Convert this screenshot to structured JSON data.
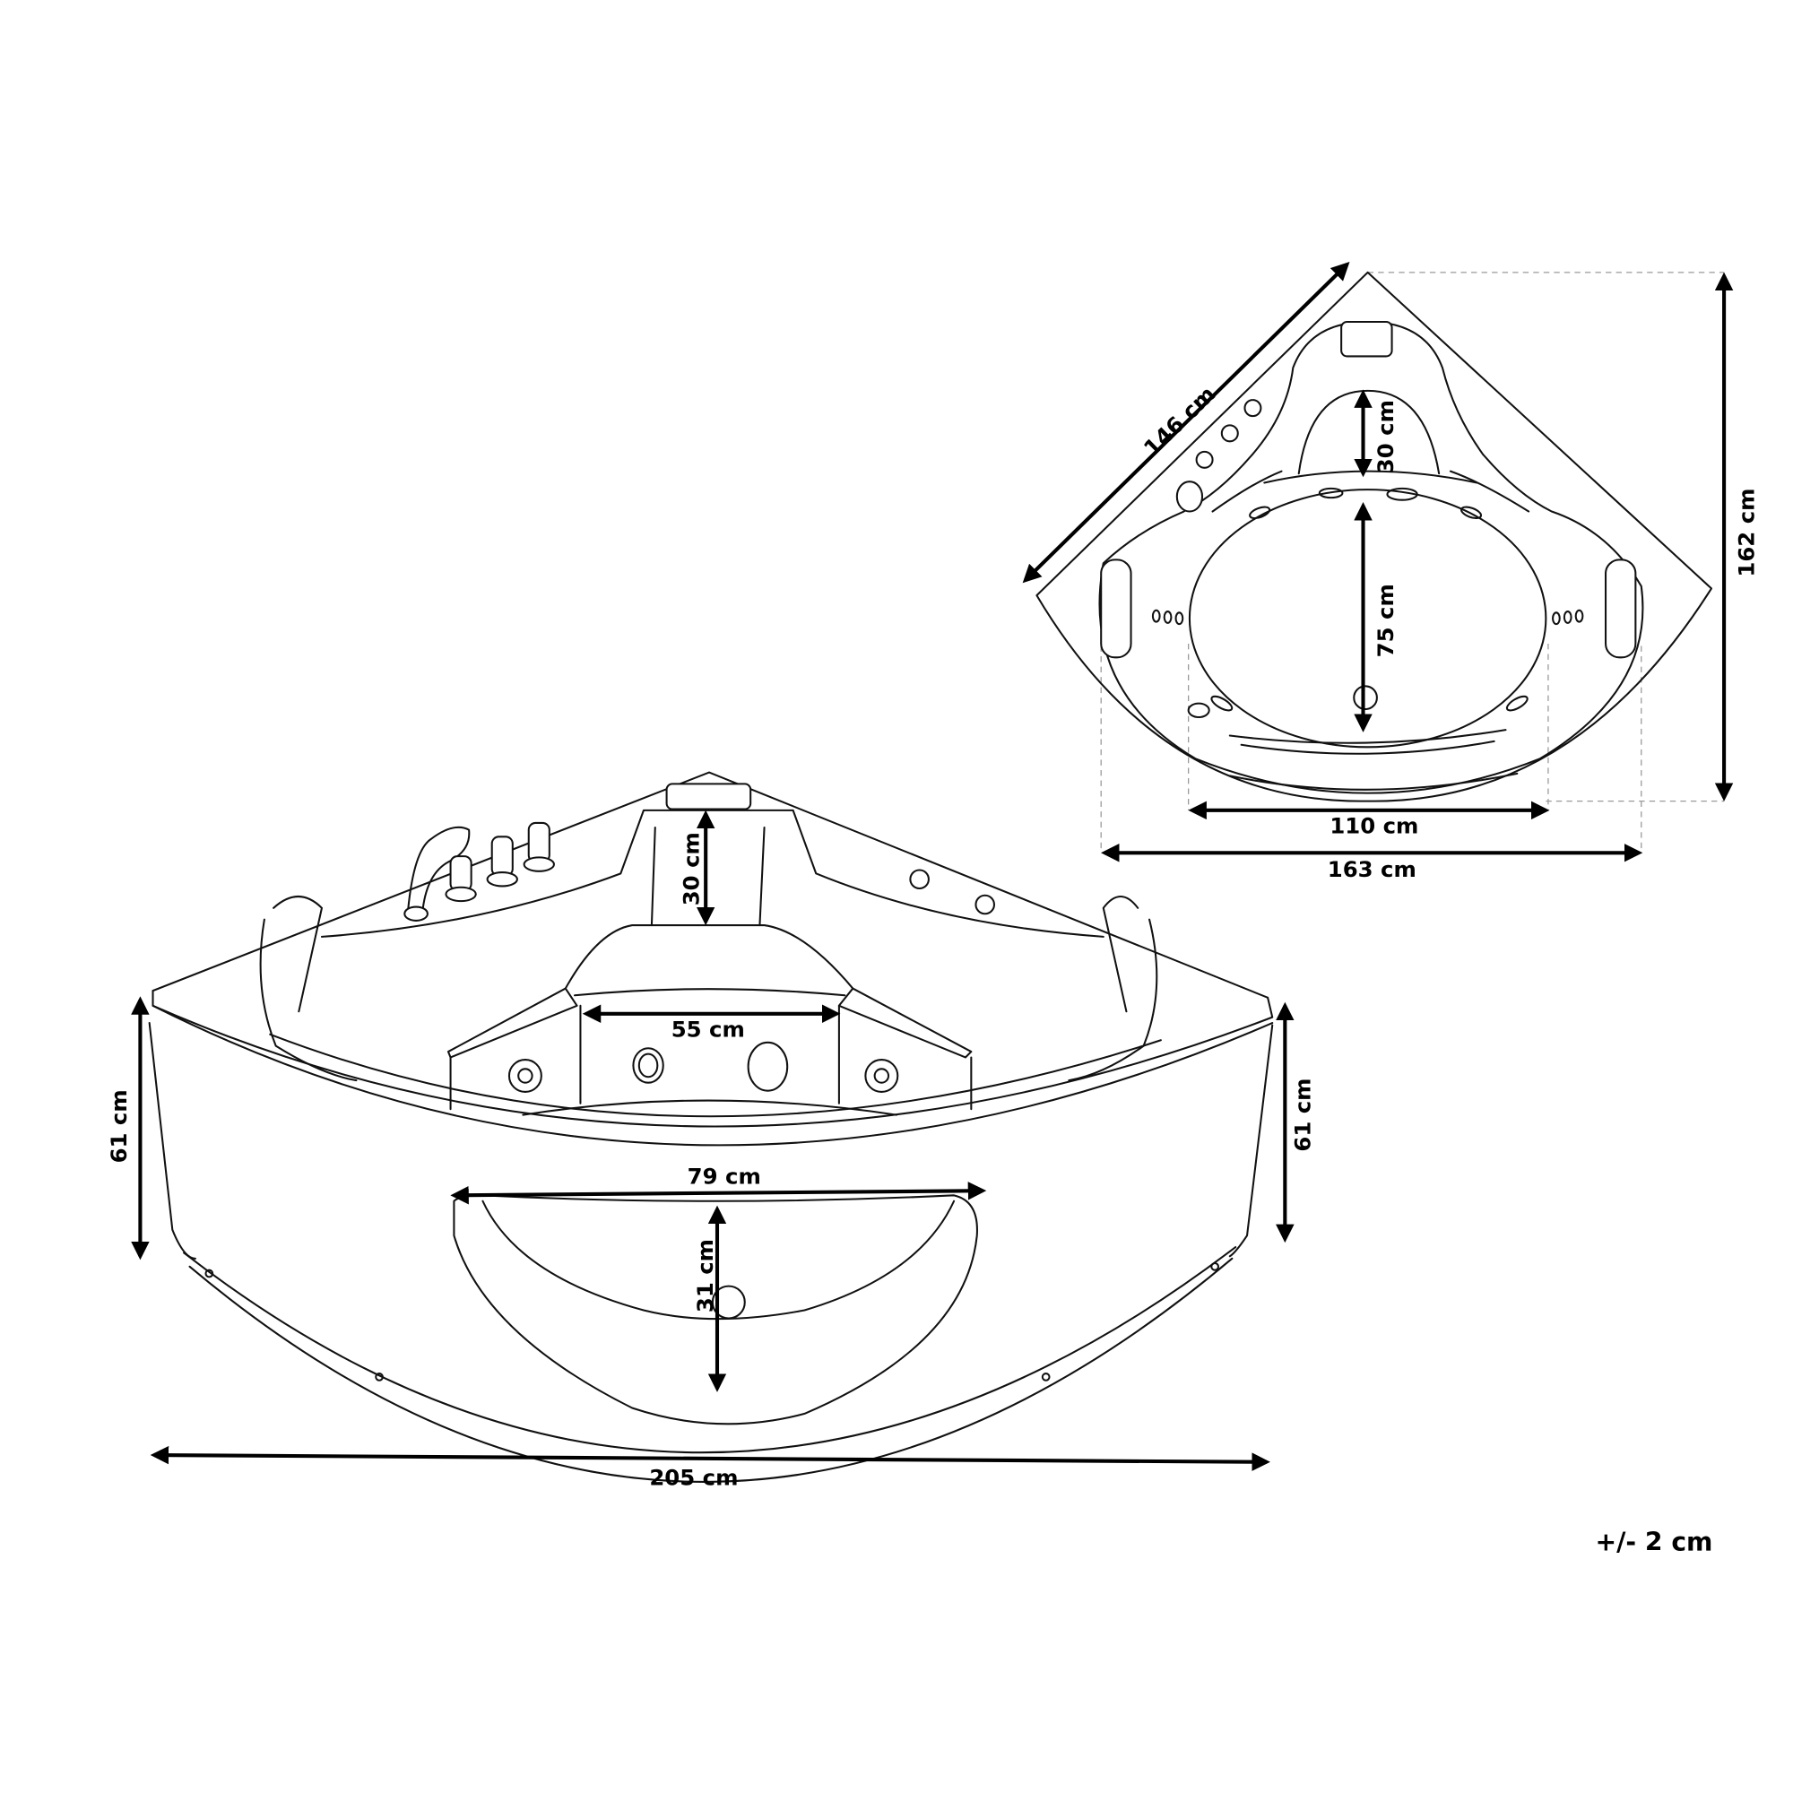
{
  "diagram": {
    "subject": "Corner whirlpool bathtub dimension drawing",
    "views": [
      "top-view",
      "front-perspective-view"
    ],
    "tolerance_label": "+/- 2 cm",
    "colors": {
      "line": "#111111",
      "dimension": "#000000",
      "guide": "#9a9a9a",
      "background": "#ffffff"
    },
    "top_view": {
      "dimensions": {
        "side_length": "146 cm",
        "depth": "162 cm",
        "headrest_to_basin": "30 cm",
        "basin_length": "75 cm",
        "basin_width": "110 cm",
        "overall_width": "163 cm"
      }
    },
    "front_view": {
      "dimensions": {
        "headrest_to_seat": "30 cm",
        "seat_width": "55 cm",
        "height_left": "61 cm",
        "height_right": "61 cm",
        "panel_width": "79 cm",
        "panel_height": "31 cm",
        "overall_width": "205 cm"
      }
    }
  }
}
